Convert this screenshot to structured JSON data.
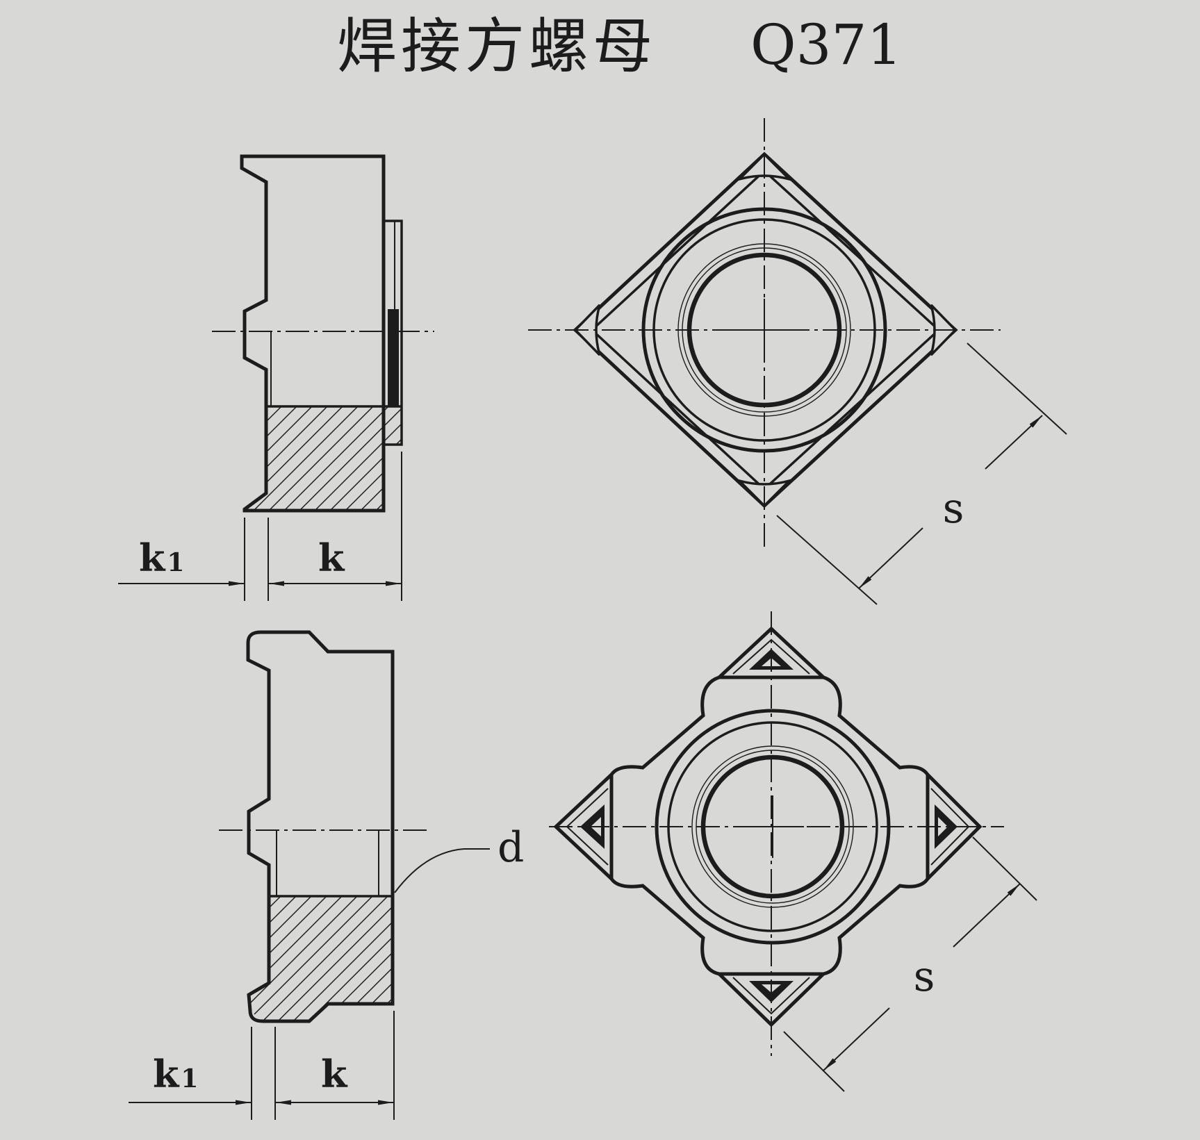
{
  "title": {
    "name": "焊接方螺母",
    "code": "Q371"
  },
  "labels": {
    "view_a_k1": {
      "base": "k",
      "sub": "1"
    },
    "view_a_k": "k",
    "view_b_s": "s",
    "view_c_d": "d",
    "view_c_k1": {
      "base": "k",
      "sub": "1"
    },
    "view_c_k": "k",
    "view_d_s": "s"
  },
  "colors": {
    "paper": "#d8d9d6",
    "ink": "#1c1c1c"
  }
}
